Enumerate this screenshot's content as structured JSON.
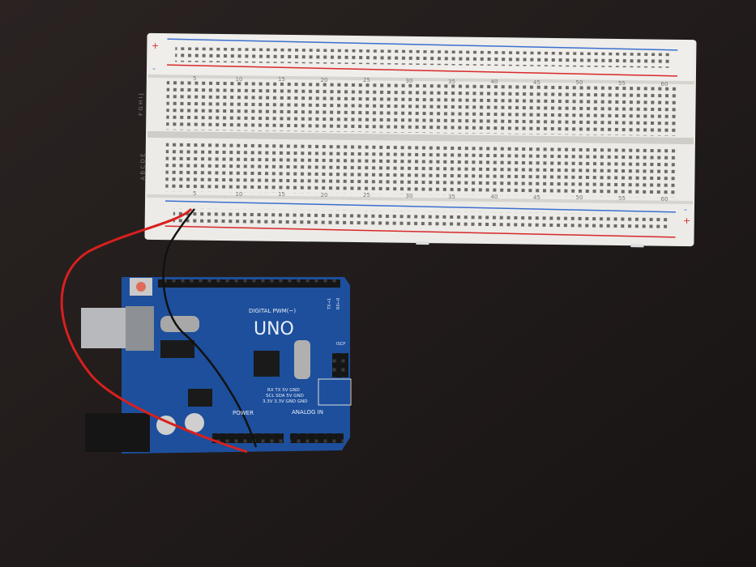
{
  "breadboard": {
    "rail_plus": "+",
    "rail_minus": "-",
    "rows_top": "F G H I J",
    "rows_bottom": "A B C D E",
    "column_numbers": [
      "5",
      "10",
      "15",
      "20",
      "25",
      "30",
      "35",
      "40",
      "45",
      "50",
      "55",
      "60"
    ],
    "rail_colors": {
      "red": "#d8282a",
      "blue": "#3b6fd1"
    }
  },
  "arduino": {
    "model_label": "UNO",
    "digital_label": "DIGITAL PWM(~)",
    "power_label": "POWER",
    "analog_label": "ANALOG IN",
    "icsp_label": "ISCP",
    "tx_label": "TX→1",
    "rx_label": "RX←0",
    "header_labels": [
      "RX  TX  5V  GND",
      "SCL SDA 5V  GND",
      "3.3V 3.3V GND GND"
    ],
    "board_color": "#1d4f9c"
  },
  "wires": {
    "red": "#d8201e",
    "black": "#111111"
  }
}
